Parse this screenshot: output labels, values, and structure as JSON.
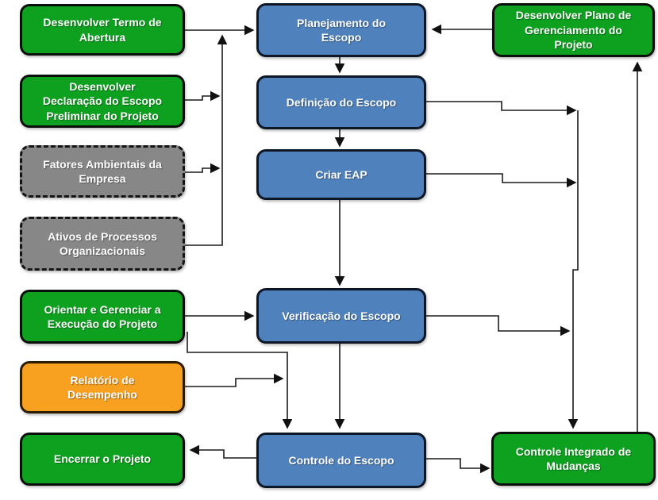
{
  "diagram": {
    "language": "pt-BR",
    "colors": {
      "process_blue": "#4f81bd",
      "external_green": "#0ea11f",
      "input_gray": "#878787",
      "report_orange": "#f8a020",
      "connector_black": "#1a1a1a",
      "text_white": "#ffffff",
      "background": "#ffffff"
    },
    "nodes": [
      {
        "id": "desenvolver-termo",
        "label": "Desenvolver Termo de\nAbertura",
        "style": "green"
      },
      {
        "id": "desenvolver-declaracao",
        "label": "Desenvolver\nDeclaração do Escopo\nPreliminar do Projeto",
        "style": "green"
      },
      {
        "id": "fatores-ambientais",
        "label": "Fatores Ambientais da\nEmpresa",
        "style": "gray-dashed"
      },
      {
        "id": "ativos-processos",
        "label": "Ativos de Processos\nOrganizacionais",
        "style": "gray-dashed"
      },
      {
        "id": "orientar-gerenciar",
        "label": "Orientar e Gerenciar a\nExecução do Projeto",
        "style": "green"
      },
      {
        "id": "relatorio-desempenho",
        "label": "Relatório de\nDesempenho",
        "style": "orange"
      },
      {
        "id": "encerrar-projeto",
        "label": "Encerrar o Projeto",
        "style": "green"
      },
      {
        "id": "planejamento-escopo",
        "label": "Planejamento do\nEscopo",
        "style": "blue"
      },
      {
        "id": "definicao-escopo",
        "label": "Definição do Escopo",
        "style": "blue"
      },
      {
        "id": "criar-eap",
        "label": "Criar EAP",
        "style": "blue"
      },
      {
        "id": "verificacao-escopo",
        "label": "Verificação do Escopo",
        "style": "blue"
      },
      {
        "id": "controle-escopo",
        "label": "Controle do Escopo",
        "style": "blue"
      },
      {
        "id": "desenvolver-plano",
        "label": "Desenvolver Plano de\nGerenciamento do\nProjeto",
        "style": "green"
      },
      {
        "id": "controle-integrado",
        "label": "Controle Integrado de\nMudanças",
        "style": "green"
      }
    ],
    "edges": [
      {
        "from": "desenvolver-termo",
        "to": "planejamento-escopo"
      },
      {
        "from": "desenvolver-declaracao",
        "to": "planejamento-escopo"
      },
      {
        "from": "fatores-ambientais",
        "to": "planejamento-escopo"
      },
      {
        "from": "ativos-processos",
        "to": "planejamento-escopo"
      },
      {
        "from": "desenvolver-plano",
        "to": "planejamento-escopo"
      },
      {
        "from": "planejamento-escopo",
        "to": "definicao-escopo"
      },
      {
        "from": "definicao-escopo",
        "to": "criar-eap"
      },
      {
        "from": "definicao-escopo",
        "to": "controle-integrado"
      },
      {
        "from": "criar-eap",
        "to": "controle-integrado"
      },
      {
        "from": "criar-eap",
        "to": "verificacao-escopo"
      },
      {
        "from": "orientar-gerenciar",
        "to": "verificacao-escopo"
      },
      {
        "from": "orientar-gerenciar",
        "to": "controle-escopo"
      },
      {
        "from": "relatorio-desempenho",
        "to": "controle-escopo"
      },
      {
        "from": "verificacao-escopo",
        "to": "controle-escopo"
      },
      {
        "from": "verificacao-escopo",
        "to": "controle-integrado"
      },
      {
        "from": "controle-escopo",
        "to": "encerrar-projeto"
      },
      {
        "from": "controle-escopo",
        "to": "controle-integrado"
      },
      {
        "from": "controle-integrado",
        "to": "desenvolver-plano"
      }
    ]
  }
}
